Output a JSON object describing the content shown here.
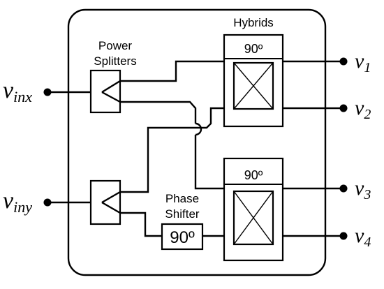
{
  "labels": {
    "hybrids": "Hybrids",
    "power_splitters_line1": "Power",
    "power_splitters_line2": "Splitters",
    "phase_shifter_line1": "Phase",
    "phase_shifter_line2": "Shifter",
    "hybrid_top_angle": "90º",
    "hybrid_bottom_angle": "90º",
    "phase_shifter_angle": "90º"
  },
  "inputs": {
    "x": {
      "base": "v",
      "sub": "inx"
    },
    "y": {
      "base": "v",
      "sub": "iny"
    }
  },
  "outputs": [
    {
      "base": "v",
      "sub": "1"
    },
    {
      "base": "v",
      "sub": "2"
    },
    {
      "base": "v",
      "sub": "3"
    },
    {
      "base": "v",
      "sub": "4"
    }
  ]
}
